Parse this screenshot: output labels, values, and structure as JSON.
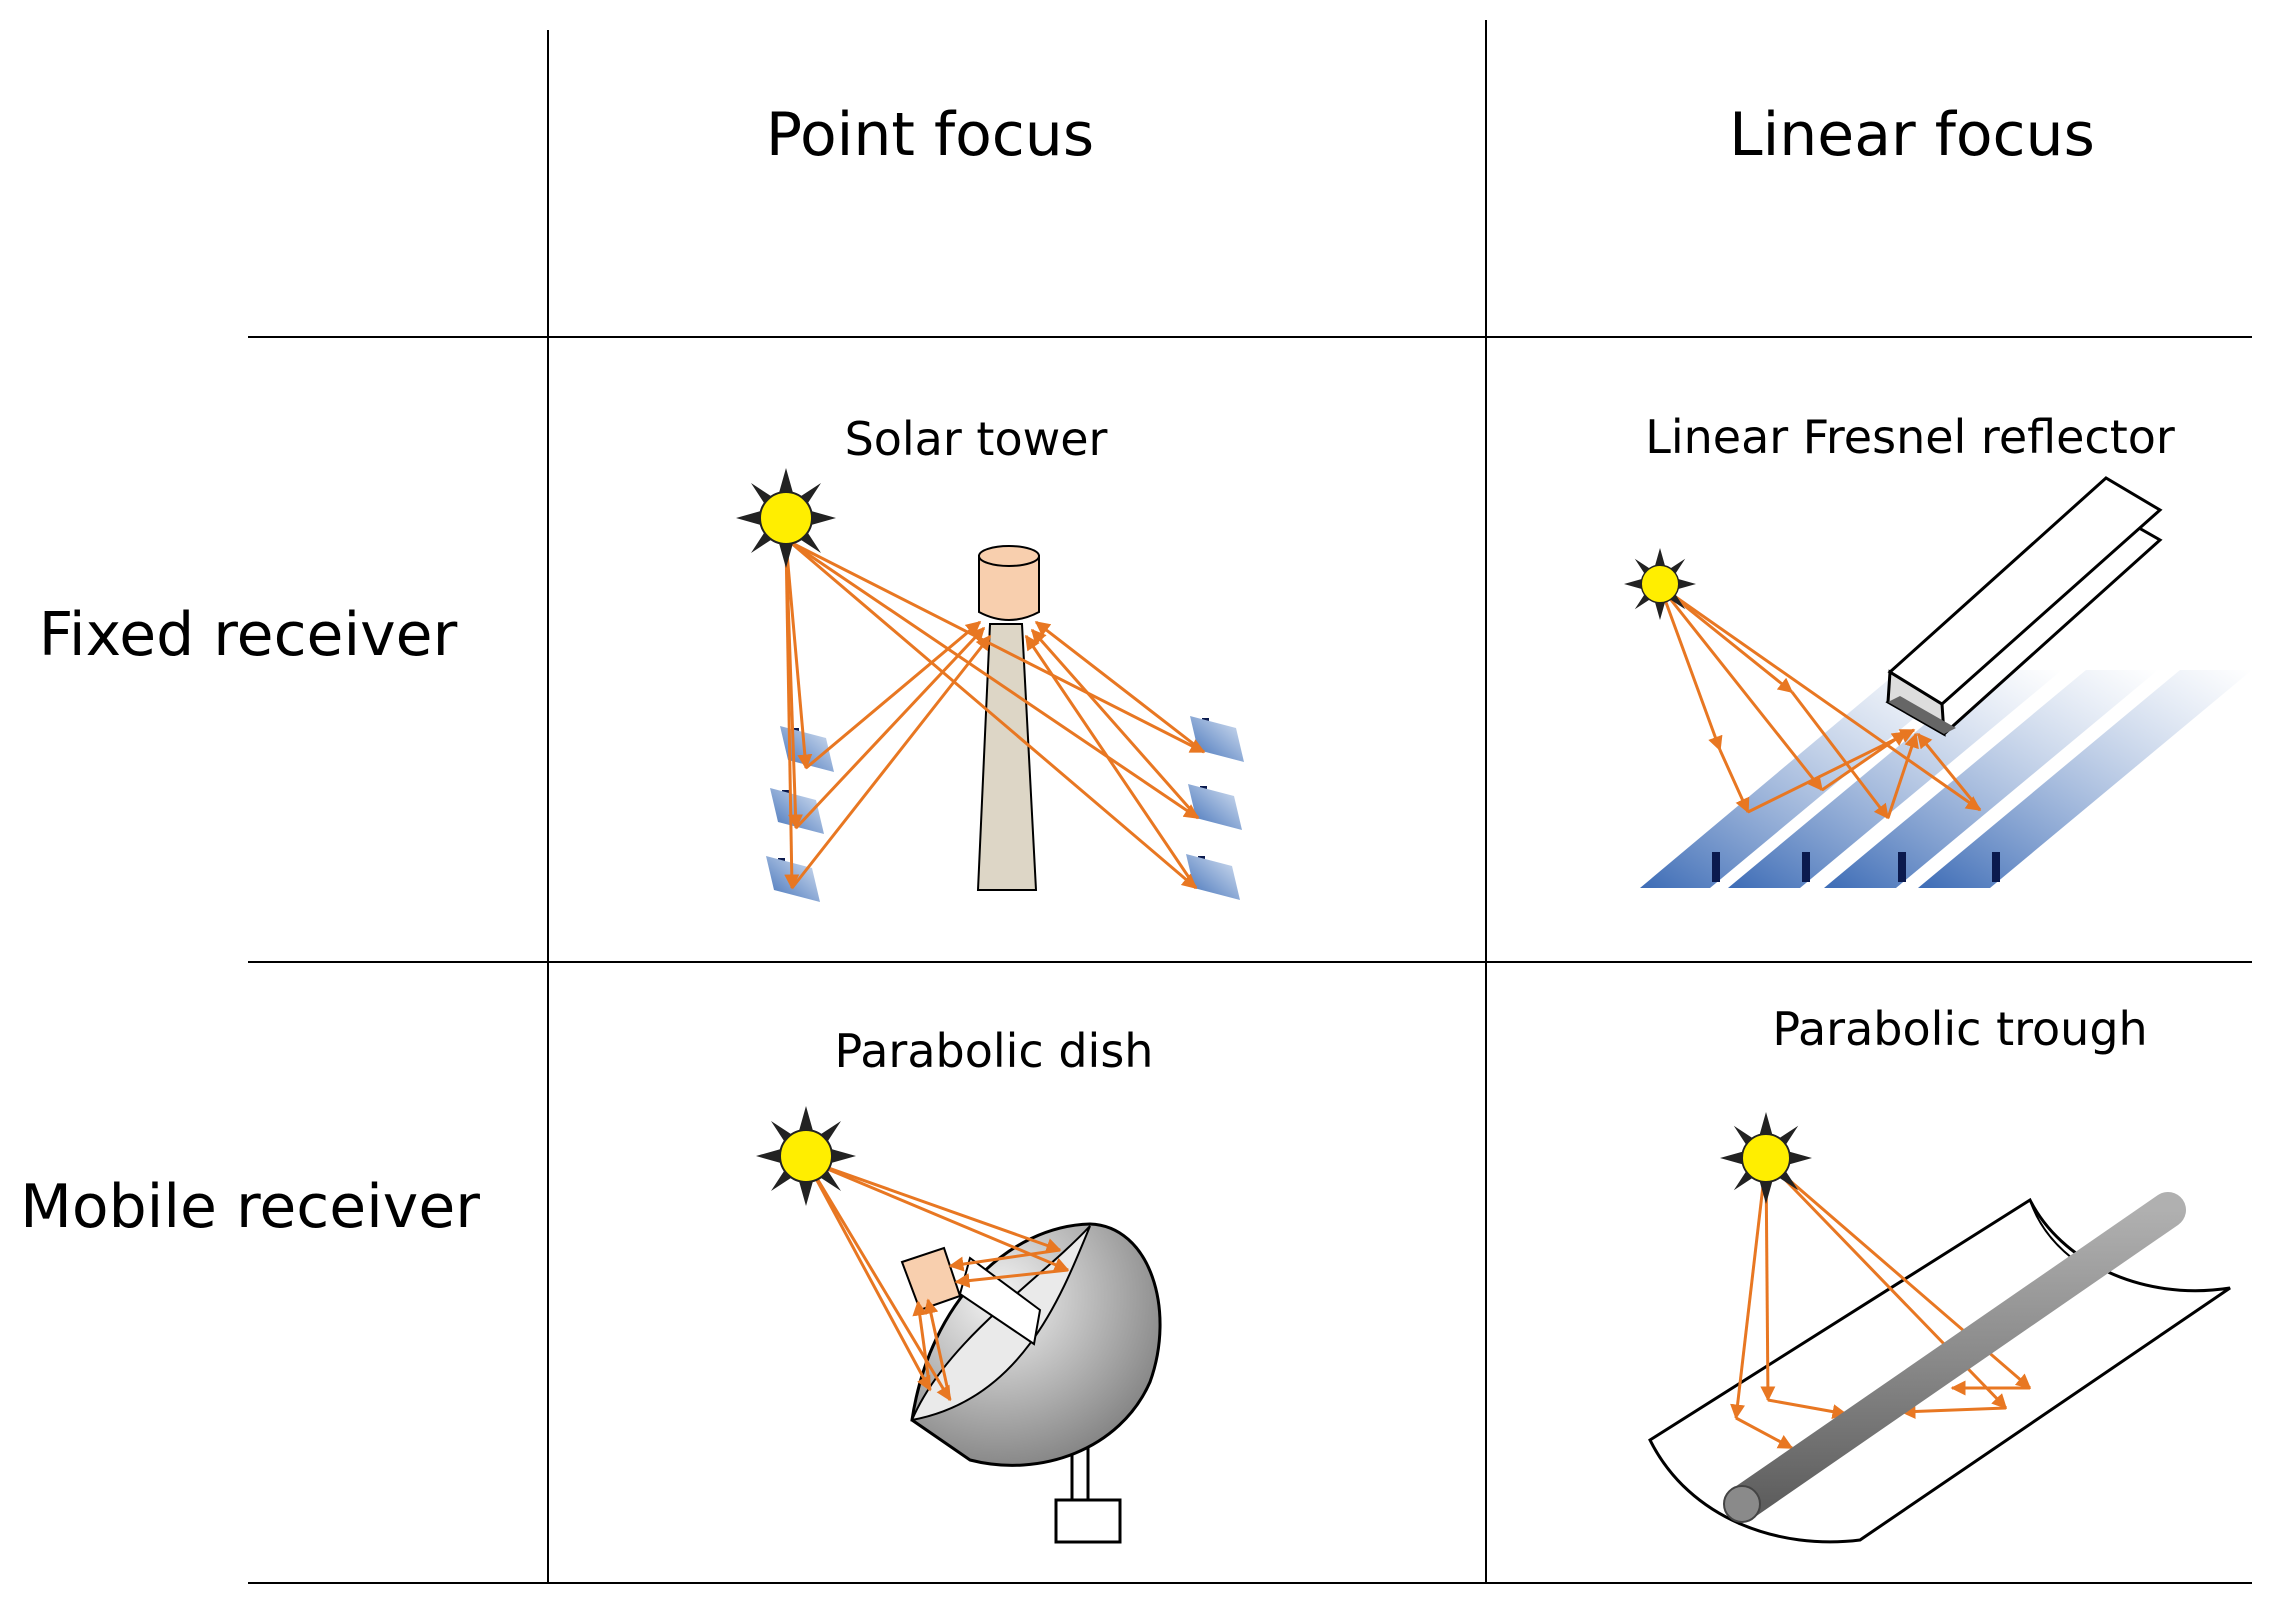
{
  "table": {
    "column_headers": [
      "Point focus",
      "Linear focus"
    ],
    "row_headers": [
      "Fixed receiver",
      "Mobile receiver"
    ],
    "cells": {
      "fixed_point": "Solar tower",
      "fixed_linear": "Linear Fresnel reflector",
      "mobile_point": "Parabolic dish",
      "mobile_linear": "Parabolic trough"
    }
  },
  "colors": {
    "ray": "#e87722",
    "sun": "#ffee00",
    "mirror": "#4a78c0",
    "tower_receiver": "#f8cfae",
    "tower_body": "#ddd6c6",
    "pipe": "#8a8a8a"
  }
}
